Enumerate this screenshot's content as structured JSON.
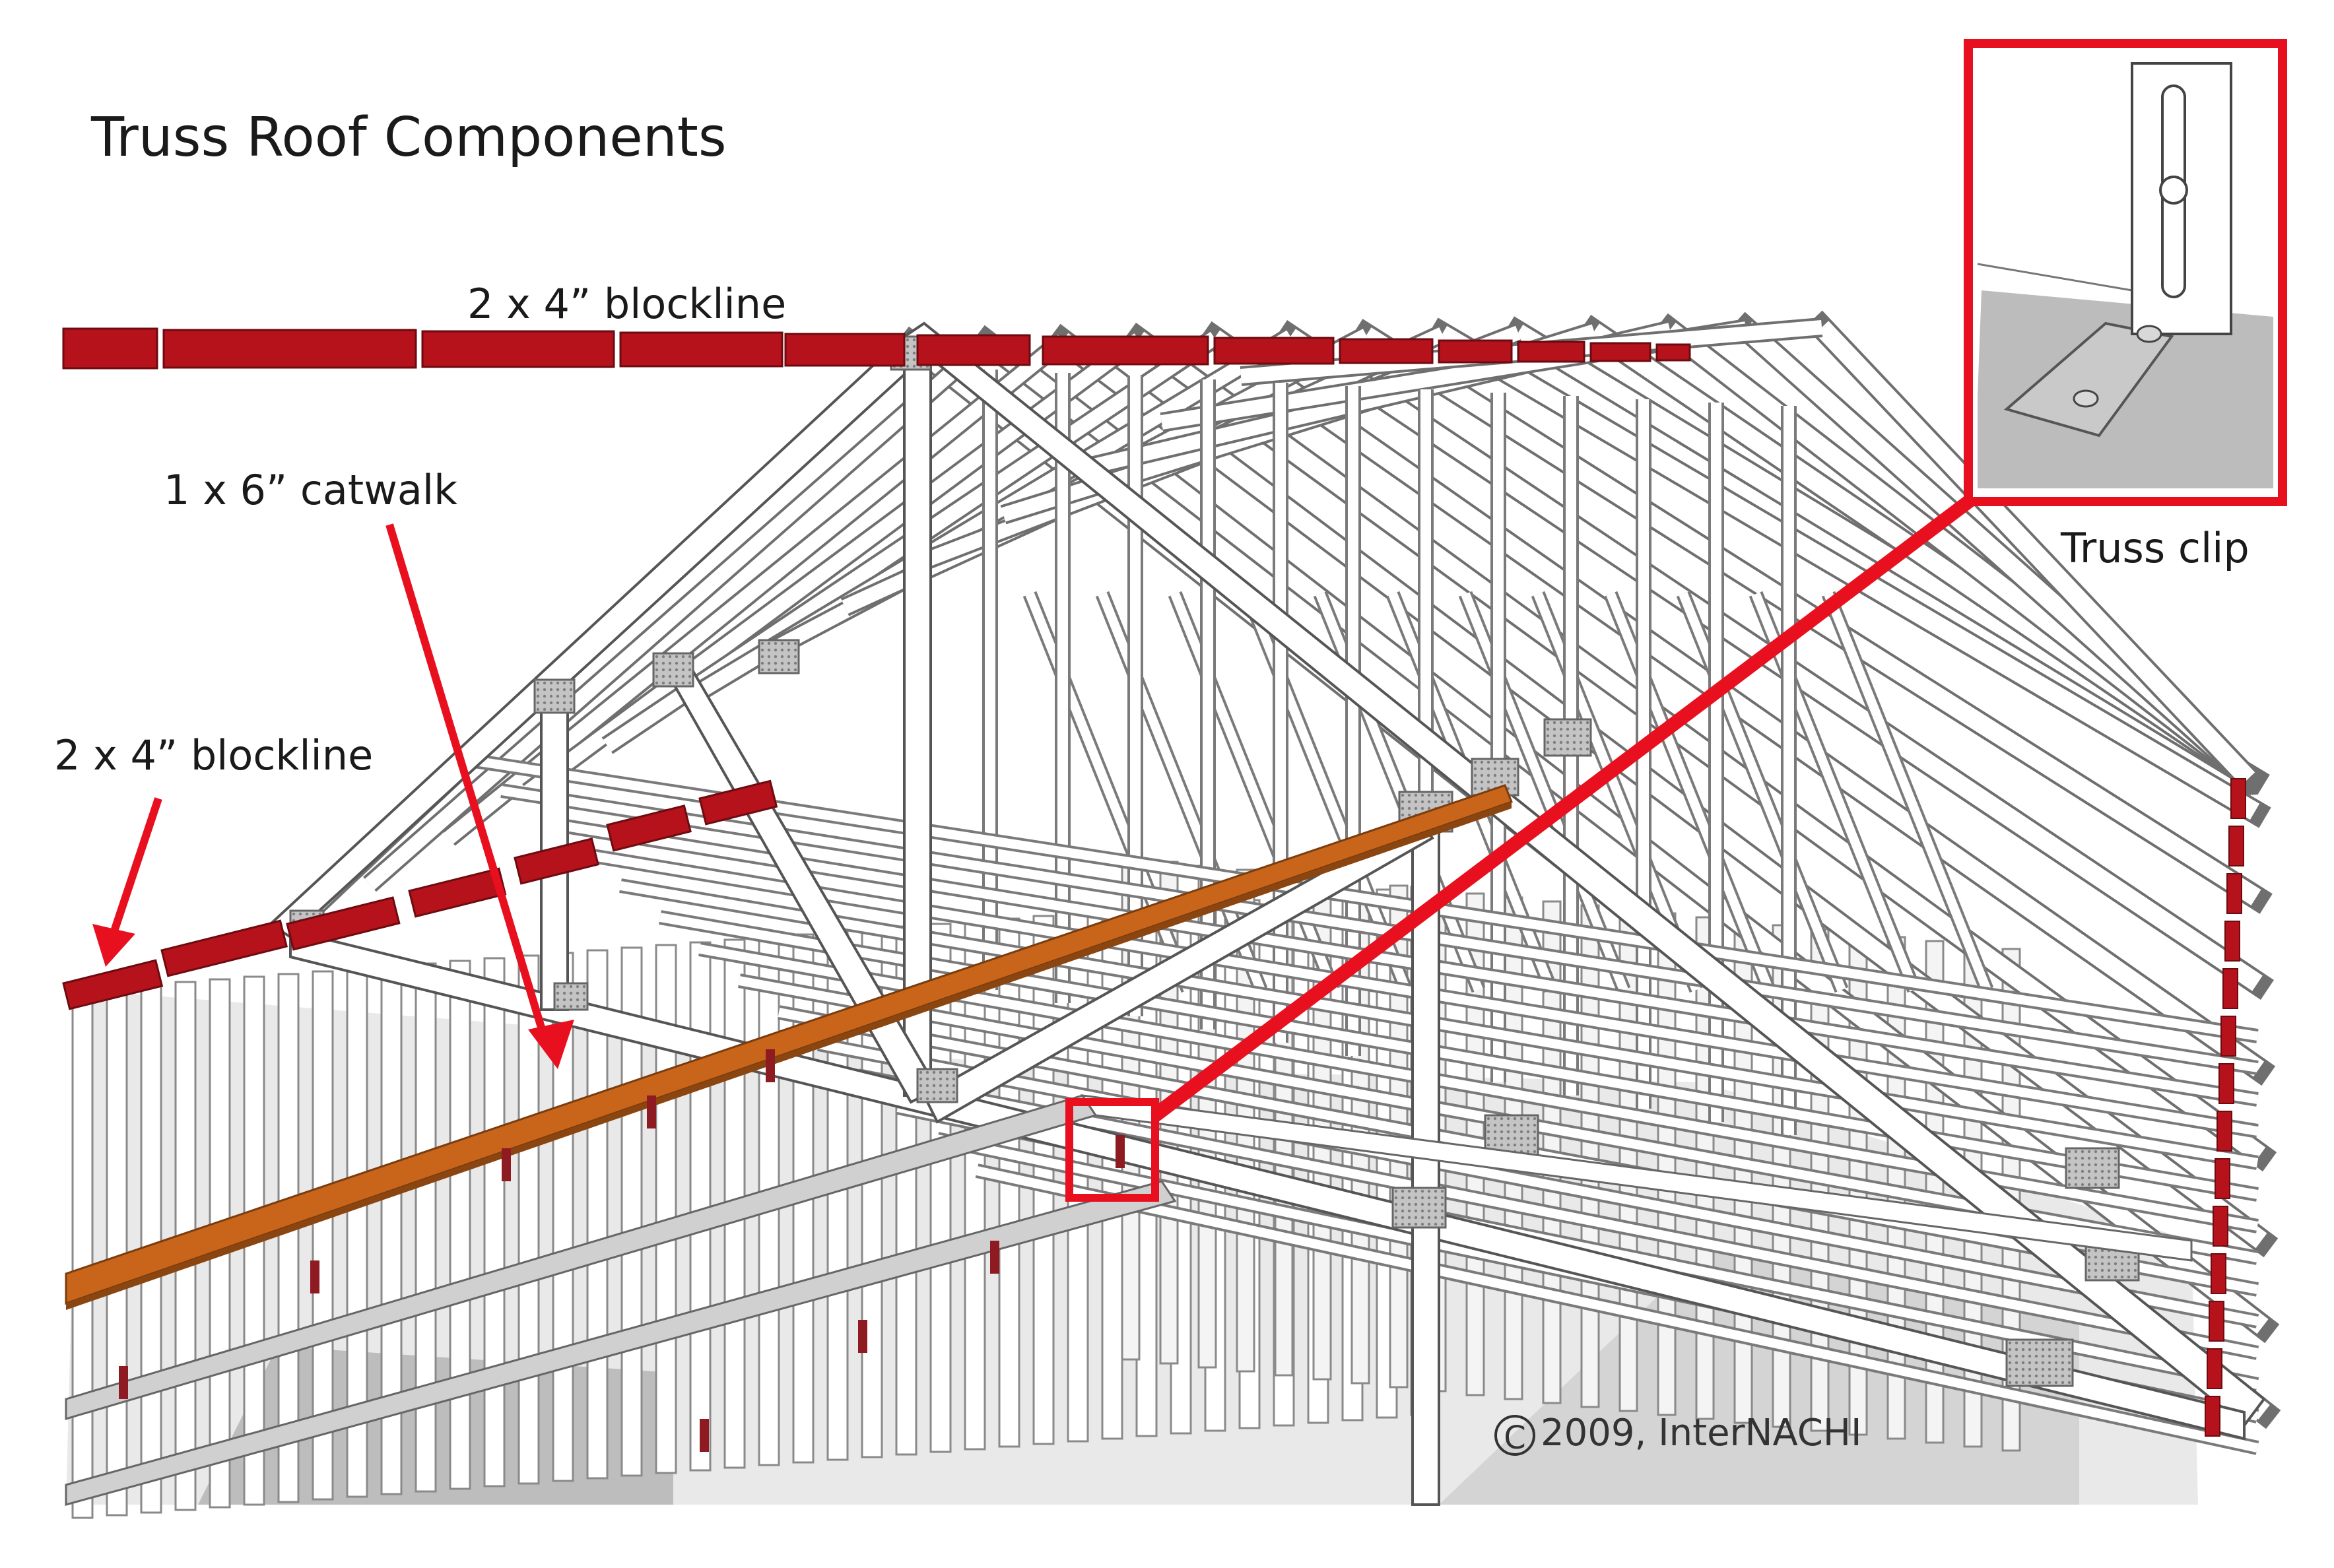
{
  "title": "Truss Roof Components",
  "labels": {
    "blockline_top": "2 x 4” blockline",
    "catwalk": "1 x 6” catwalk",
    "blockline_left": "2 x 4” blockline",
    "truss_clip": "Truss clip"
  },
  "copyright": {
    "symbol": "C",
    "text": "2009, InterNACHI"
  },
  "colors": {
    "accent_red": "#e8101f",
    "blockline_red": "#b5121b",
    "catwalk_orange": "#c8651a",
    "lumber": "#ffffff",
    "lumber_shadow": "#c9c9c9",
    "plate_gray": "#a9a9a9"
  }
}
